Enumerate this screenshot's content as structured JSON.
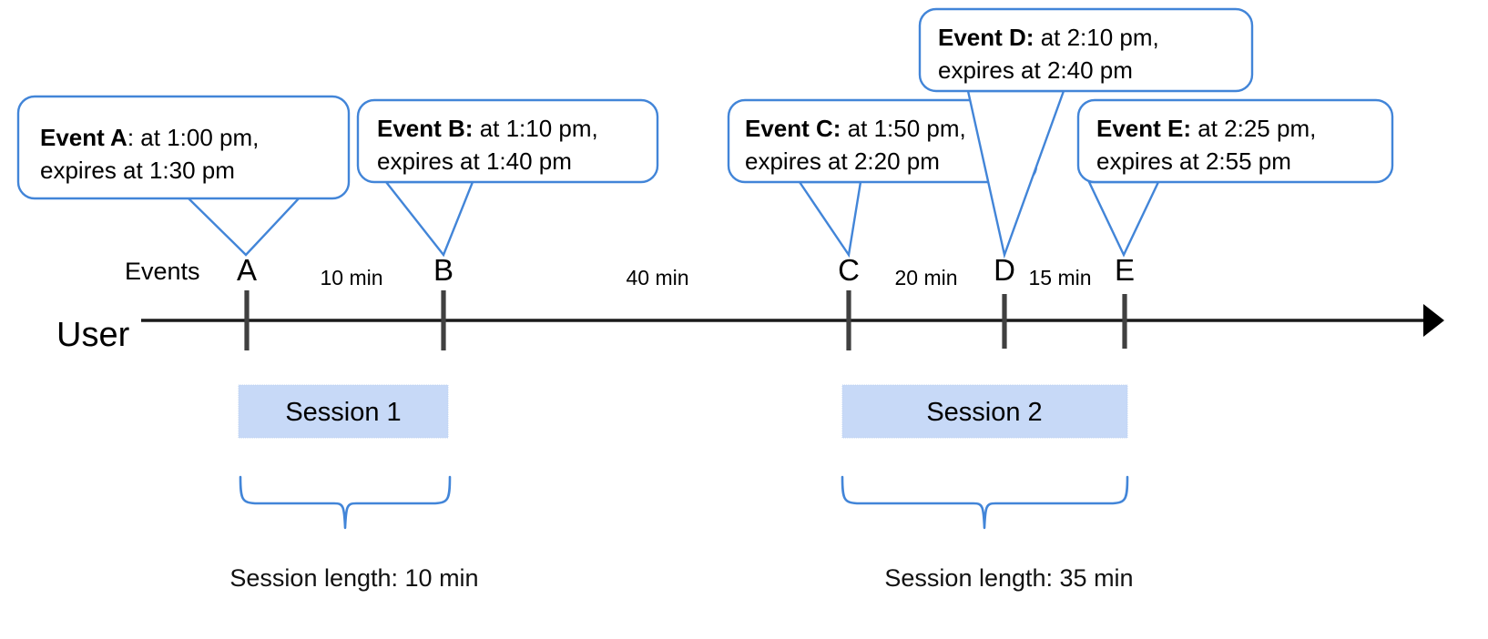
{
  "diagram": {
    "title": "User session timeline with event expiry callouts",
    "accent_color": "#4285D8",
    "session_fill_color": "#C7D9F7",
    "axis_color": "#1a1a1a",
    "tick_color": "#404040"
  },
  "axis": {
    "row_label": "User",
    "events_label": "Events",
    "arrow_icon": "arrow-right-icon"
  },
  "events": [
    {
      "letter": "A",
      "lead": "Event A",
      "separator": ":",
      "line1": " at 1:00 pm,",
      "line2": "expires at 1:30 pm",
      "start_time": "1:00 pm",
      "expiry_time": "1:30 pm"
    },
    {
      "letter": "B",
      "lead": "Event B:",
      "separator": "",
      "line1": " at 1:10 pm,",
      "line2": "expires at 1:40 pm",
      "start_time": "1:10 pm",
      "expiry_time": "1:40 pm"
    },
    {
      "letter": "C",
      "lead": "Event C:",
      "separator": "",
      "line1": " at 1:50 pm,",
      "line2": "expires at 2:20 pm",
      "start_time": "1:50 pm",
      "expiry_time": "2:20 pm"
    },
    {
      "letter": "D",
      "lead": "Event D:",
      "separator": "",
      "line1": " at 2:10 pm,",
      "line2": "expires at 2:40 pm",
      "start_time": "2:10 pm",
      "expiry_time": "2:40 pm"
    },
    {
      "letter": "E",
      "lead": "Event E:",
      "separator": "",
      "line1": " at 2:25 pm,",
      "line2": "expires at 2:55 pm",
      "start_time": "2:25 pm",
      "expiry_time": "2:55 pm"
    }
  ],
  "gaps": [
    {
      "label": "10 min",
      "from": "A",
      "to": "B"
    },
    {
      "label": "40 min",
      "from": "B",
      "to": "C"
    },
    {
      "label": "20 min",
      "from": "C",
      "to": "D"
    },
    {
      "label": "15 min",
      "from": "D",
      "to": "E"
    }
  ],
  "sessions": [
    {
      "label": "Session 1",
      "length_text": "Session length: 10 min",
      "length_minutes": 10
    },
    {
      "label": "Session 2",
      "length_text": "Session length: 35 min",
      "length_minutes": 35
    }
  ]
}
